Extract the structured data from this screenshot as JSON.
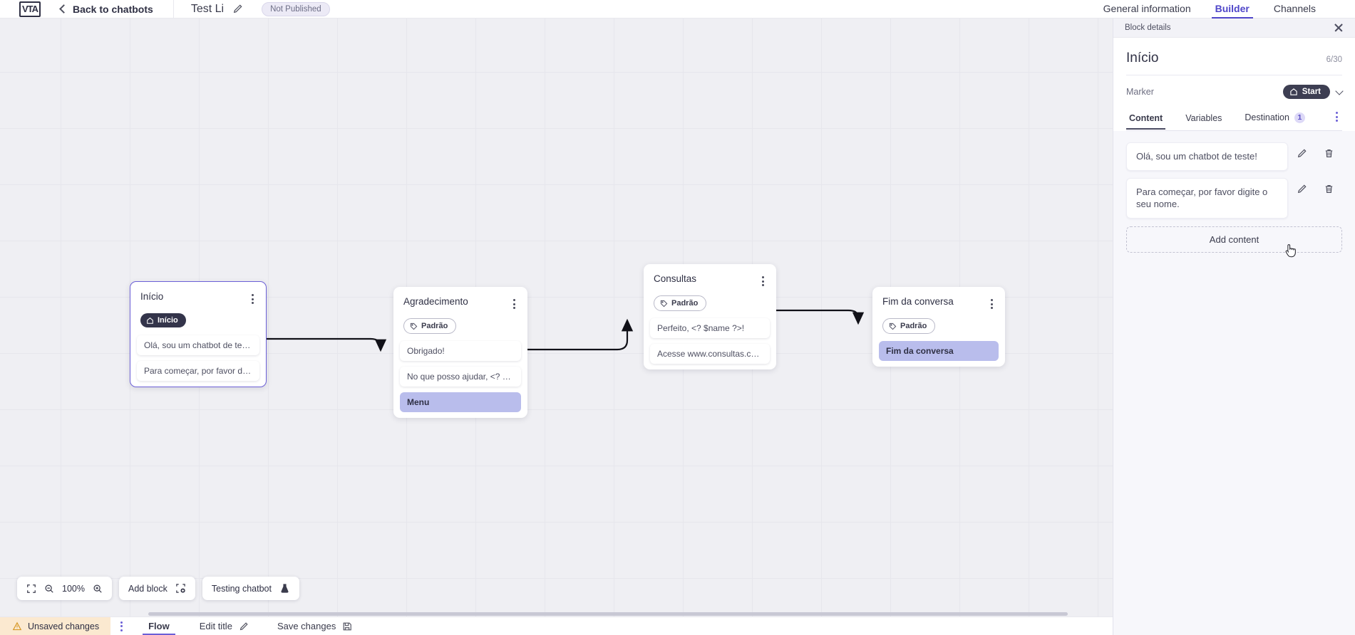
{
  "topbar": {
    "logo_icon": "app-logo-icon",
    "back_icon": "chevron-left-icon",
    "back_label": "Back to chatbots",
    "bot_name": "Test Li",
    "edit_icon": "pencil-icon",
    "publish_badge": "Not Published",
    "tabs": [
      {
        "label": "General information",
        "active": false
      },
      {
        "label": "Builder",
        "active": true
      },
      {
        "label": "Channels",
        "active": false
      }
    ]
  },
  "canvas": {
    "zoom_level": "100%",
    "fit_icon": "fit-screen-icon",
    "zoom_out_icon": "zoom-out-icon",
    "zoom_in_icon": "zoom-in-icon",
    "add_block_label": "Add block",
    "add_block_icon": "add-block-icon",
    "testing_label": "Testing chatbot",
    "testing_icon": "flask-icon",
    "nodes": [
      {
        "id": "inicio",
        "title": "Início",
        "marker": "Início",
        "marker_icon": "home-icon",
        "marker_style": "dark",
        "selected": true,
        "rows": [
          {
            "text": "Olá, sou um chatbot de teste!",
            "highlight": false
          },
          {
            "text": "Para começar, por favor digite o ...",
            "highlight": false
          }
        ]
      },
      {
        "id": "agradecimento",
        "title": "Agradecimento",
        "marker": "Padrão",
        "marker_icon": "tag-icon",
        "marker_style": "outline",
        "selected": false,
        "rows": [
          {
            "text": "Obrigado!",
            "highlight": false
          },
          {
            "text": "No que posso ajudar, <? $name ...",
            "highlight": false
          },
          {
            "text": "Menu",
            "highlight": true
          }
        ]
      },
      {
        "id": "consultas",
        "title": "Consultas",
        "marker": "Padrão",
        "marker_icon": "tag-icon",
        "marker_style": "outline",
        "selected": false,
        "rows": [
          {
            "text": "Perfeito, <? $name ?>!",
            "highlight": false
          },
          {
            "text": "Acesse www.consultas.com par...",
            "highlight": false
          }
        ]
      },
      {
        "id": "fim",
        "title": "Fim da conversa",
        "marker": "Padrão",
        "marker_icon": "tag-icon",
        "marker_style": "outline",
        "selected": false,
        "rows": [
          {
            "text": "Fim da conversa",
            "highlight": true
          }
        ]
      }
    ]
  },
  "footer": {
    "unsaved_icon": "warning-icon",
    "unsaved_label": "Unsaved changes",
    "kebab_icon": "kebab-menu-icon",
    "flow_tab": "Flow",
    "edit_title_label": "Edit title",
    "edit_title_icon": "pencil-icon",
    "save_label": "Save changes",
    "save_icon": "floppy-disk-icon"
  },
  "panel": {
    "header_title": "Block details",
    "close_icon": "close-icon",
    "block_title": "Início",
    "char_count": "6/30",
    "marker_label": "Marker",
    "marker_value": "Start",
    "marker_icon": "home-icon",
    "marker_chevron_icon": "chevron-down-icon",
    "tabs": [
      {
        "label": "Content",
        "active": true,
        "badge": ""
      },
      {
        "label": "Variables",
        "active": false,
        "badge": ""
      },
      {
        "label": "Destination",
        "active": false,
        "badge": "1"
      }
    ],
    "tabs_kebab_icon": "kebab-menu-icon",
    "contents": [
      {
        "text": "Olá, sou um chatbot de teste!",
        "edit_icon": "pencil-icon",
        "delete_icon": "trash-icon"
      },
      {
        "text": "Para começar, por favor digite o seu nome.",
        "edit_icon": "pencil-icon",
        "delete_icon": "trash-icon"
      }
    ],
    "add_content_label": "Add content"
  },
  "colors": {
    "accent": "#4f46c9",
    "marker_dark": "#33344a",
    "row_highlight": "#b9bdec",
    "unsaved_bg": "#fbe9d0"
  }
}
